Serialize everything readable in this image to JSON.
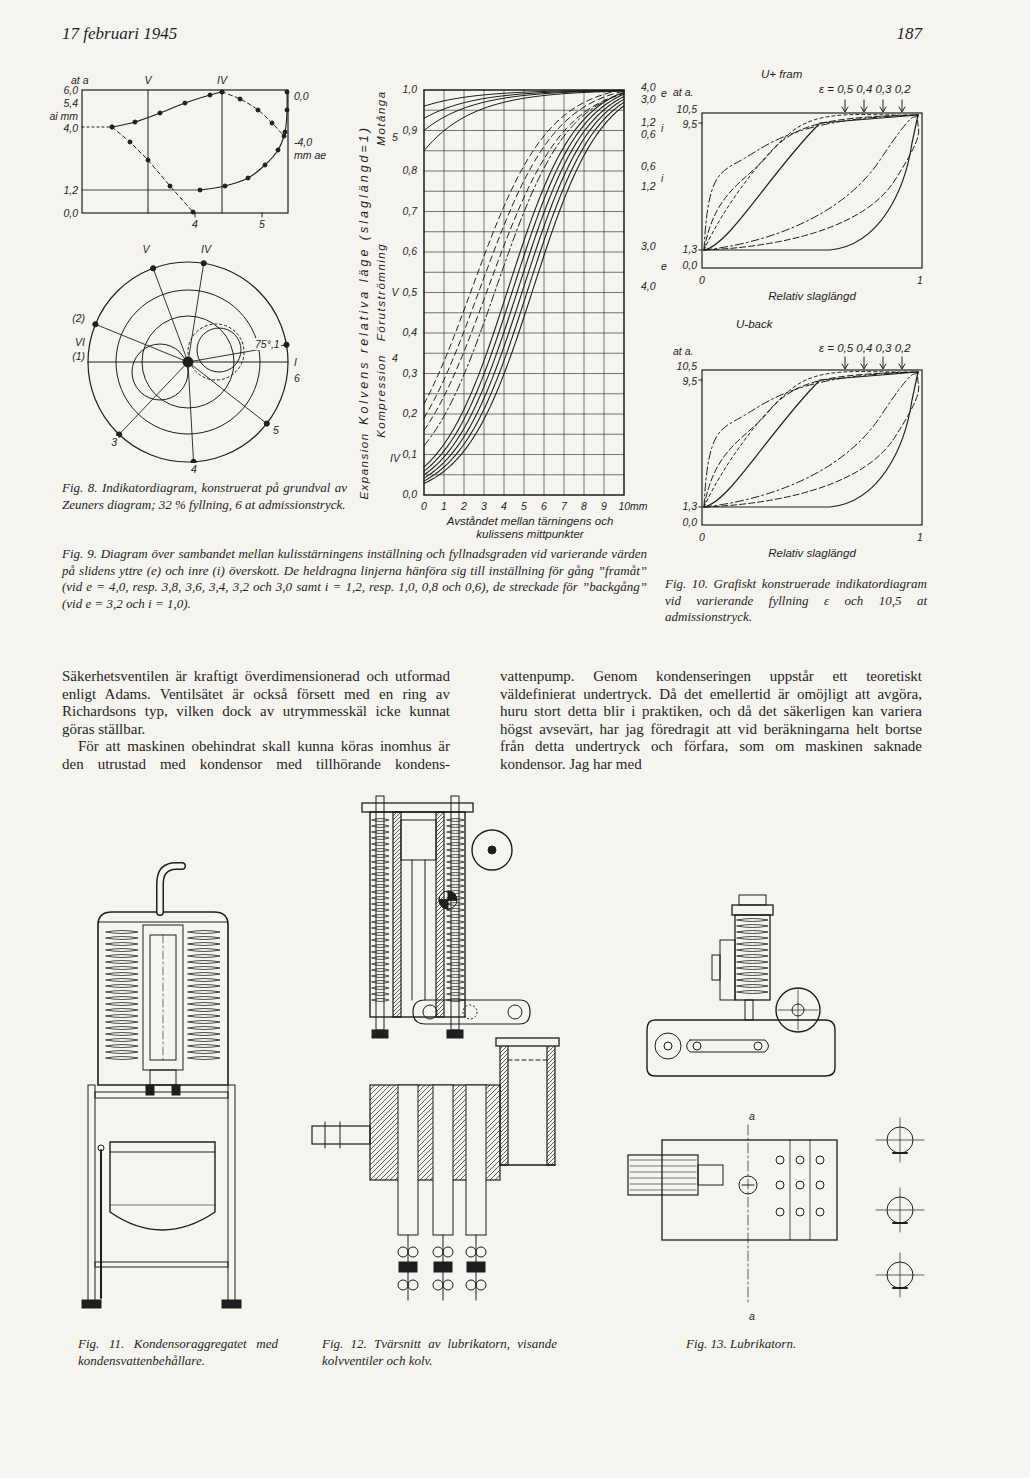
{
  "diagram": {
    "labels": [
      "17 februari 1945",
      "187",
      "at a",
      "V",
      "IV",
      "6,0",
      "5,4",
      "ai mm",
      "4,0",
      "0,0",
      "1,2",
      "0,0",
      "4",
      "5",
      "-4,0",
      "mm ae",
      "V",
      "IV",
      "(2)",
      "VI",
      "(1)",
      "75°,1",
      "I",
      "6",
      "5",
      "3",
      "4",
      "Fig. 8. Indikatordiagram, konstruerat på grundval av Zeuners diagram; 32 % fyllning, 6 at admissionstryck.",
      "1,0",
      "0,9",
      "0,8",
      "0,7",
      "0,6",
      "0,5",
      "0,4",
      "0,3",
      "0,2",
      "0,1",
      "0,0",
      "Kolvens relativa läge (slaglängd=1)",
      "Expansion",
      "Kompression",
      "Förutströmning",
      "Motånga",
      "5",
      "V",
      "4",
      "IV",
      "0",
      "1",
      "2",
      "3",
      "4",
      "5",
      "6",
      "7",
      "8",
      "9",
      "10mm",
      "Avståndet mellan tärningens och kulissens mittpunkter",
      "4,0",
      "3,0",
      "e",
      "1,2",
      "0,6",
      "i",
      "0,6",
      "i",
      "1,2",
      "3,0",
      "e",
      "4,0",
      "Fig. 9. Diagram över sambandet mellan kulisstärningens inställning och fyllnadsgraden vid varierande värden på slidens yttre (e) och inre (i) överskott. De heldragna linjerna hänföra sig till inställning för gång ”framåt” (vid e = 4,0, resp. 3,8, 3,6, 3,4, 3,2 och 3,0 samt i = 1,2, resp. 1,0, 0,8 och 0,6), de streckade för ”backgång” (vid e = 3,2 och i = 1,0).",
      "U+ fram",
      "at a.",
      "ε = 0,5 0,4 0,3 0,2",
      "10,5",
      "9,5",
      "1,3",
      "0,0",
      "0",
      "1",
      "Relativ slaglängd",
      "U-back",
      "at a.",
      "ε = 0,5 0,4 0,3 0,2",
      "10,5",
      "9,5",
      "1,3",
      "0,0",
      "0",
      "1",
      "Relativ slaglängd",
      "Fig. 10. Grafiskt konstruerade indikatordiagram vid varierande fyllning ε och 10,5 at admissionstryck.",
      "Säkerhetsventilen är kraftigt överdimensionerad och utformad enligt Adams. Ventilsätet är också försett med en ring av Richardsons typ, vilken dock av utrymmesskäl icke kunnat göras ställbar.",
      "För att maskinen obehindrat skall kunna köras inomhus är den utrustad med kondensor med tillhörande kondens-",
      "vattenpump. Genom kondenseringen uppstår ett teoretiskt väldefinierat undertryck. Då det emellertid är omöjligt att avgöra, huru stort detta blir i praktiken, och då det säkerligen kan variera högst avsevärt, har jag föredragit att vid beräkningarna helt bortse från detta undertryck och förfara, som om maskinen saknade kondensor. Jag har med",
      "a",
      "a",
      "Fig. 11. Kondensoraggregatet med kondensvattenbehållare.",
      "Fig. 12. Tvärsnitt av lubrikatorn, visande kolvventiler och kolv.",
      "Fig. 13. Lubrikatorn."
    ]
  }
}
